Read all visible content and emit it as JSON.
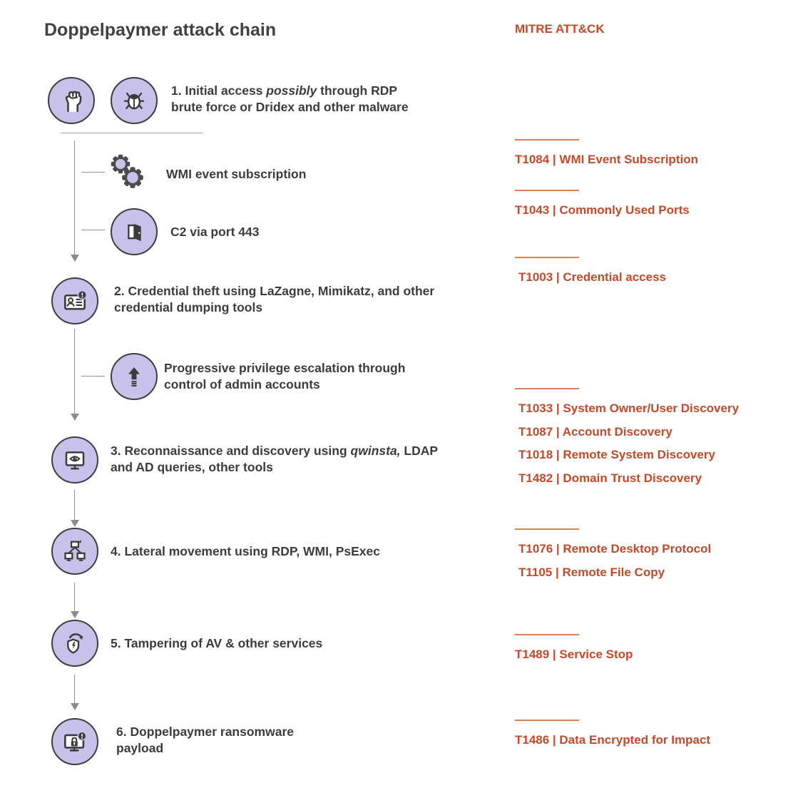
{
  "title": "Doppelpaymer attack chain",
  "mitre": {
    "header": "MITRE ATT&CK",
    "accent_color": "#C4492B",
    "divider_color": "#D5805F",
    "groups": [
      {
        "entries": [
          "T1084 | WMI Event Subscription"
        ]
      },
      {
        "entries": [
          "T1043 | Commonly Used Ports"
        ]
      },
      {
        "entries": [
          "T1003 | Credential access"
        ]
      },
      {
        "entries": [
          "T1033 | System Owner/User Discovery",
          "T1087 | Account Discovery",
          "T1018 | Remote System Discovery",
          "T1482 | Domain Trust Discovery"
        ]
      },
      {
        "entries": [
          "T1076 | Remote Desktop Protocol",
          "T1105 | Remote File Copy"
        ]
      },
      {
        "entries": [
          "T1489 | Service Stop"
        ]
      },
      {
        "entries": [
          "T1486 | Data Encrypted for Impact"
        ]
      }
    ]
  },
  "chain": {
    "step1": {
      "line1_pre": "1. Initial access ",
      "line1_italic": "possibly",
      "line1_post": " through RDP",
      "line2": "brute force or Dridex and other malware"
    },
    "wmi": {
      "label": "WMI event subscription"
    },
    "c2": {
      "label": "C2 via port 443"
    },
    "step2": {
      "line1": "2. Credential theft using LaZagne, Mimikatz, and other",
      "line2": "credential dumping tools"
    },
    "privesc": {
      "line1": "Progressive privilege escalation through",
      "line2": "control of admin accounts"
    },
    "step3": {
      "line1_pre": "3. Reconnaissance and discovery using ",
      "line1_italic": "qwinsta,",
      "line1_post": " LDAP",
      "line2": "and AD queries, other tools"
    },
    "step4": {
      "label": "4. Lateral movement using RDP, WMI, PsExec"
    },
    "step5": {
      "label": "5. Tampering of AV & other services"
    },
    "step6": {
      "line1": "6. Doppelpaymer ransomware",
      "line2": "payload"
    }
  },
  "icons": {
    "step1": [
      "fist-icon",
      "bug-icon"
    ],
    "wmi": "gears-icon",
    "c2": "door-icon",
    "step2": "id-card-alert-icon",
    "privesc": "arrow-up-icon",
    "step3": "monitor-eye-icon",
    "step4": "network-computers-icon",
    "step5": "shield-refresh-icon",
    "step6": "monitor-lock-alert-icon"
  },
  "colors": {
    "icon_fill": "#C7C2EA",
    "icon_stroke": "#3E3E40",
    "text_dark": "#3C3C3E",
    "line_gray": "#8F8F8F"
  }
}
